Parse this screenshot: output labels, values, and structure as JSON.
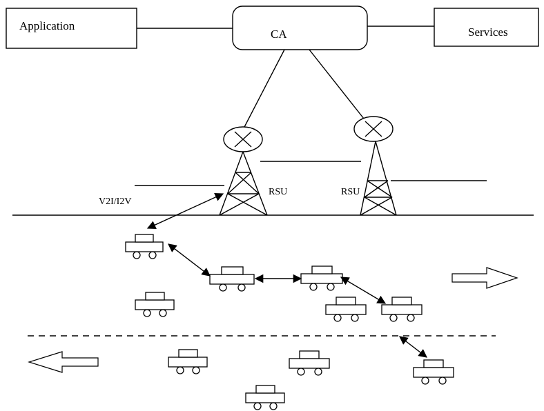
{
  "diagram": {
    "boxes": {
      "application": "Application",
      "ca": "CA",
      "services": "Services"
    },
    "labels": {
      "v2i": "V2I/I2V",
      "rsu_left": "RSU",
      "rsu_right": "RSU"
    },
    "road_layout": {
      "upper_lane_direction": "right",
      "lower_lane_direction": "left",
      "divider_style": "dashed"
    }
  }
}
